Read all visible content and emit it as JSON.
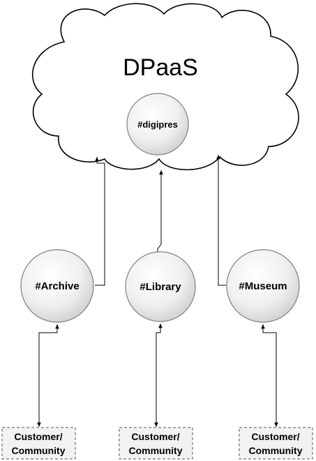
{
  "cloud": {
    "title": "DPaaS",
    "hub_label": "#digipres"
  },
  "nodes": [
    {
      "id": "archive",
      "label": "#Archive"
    },
    {
      "id": "library",
      "label": "#Library"
    },
    {
      "id": "museum",
      "label": "#Museum"
    }
  ],
  "customers": [
    {
      "line1": "Customer/",
      "line2": "Community"
    },
    {
      "line1": "Customer/",
      "line2": "Community"
    },
    {
      "line1": "Customer/",
      "line2": "Community"
    }
  ],
  "colors": {
    "stroke": "#000000",
    "node_fill_light": "#ffffff",
    "node_fill_dark": "#d9d9d9",
    "box_fill": "#f2f2f2",
    "box_border": "#555555"
  }
}
